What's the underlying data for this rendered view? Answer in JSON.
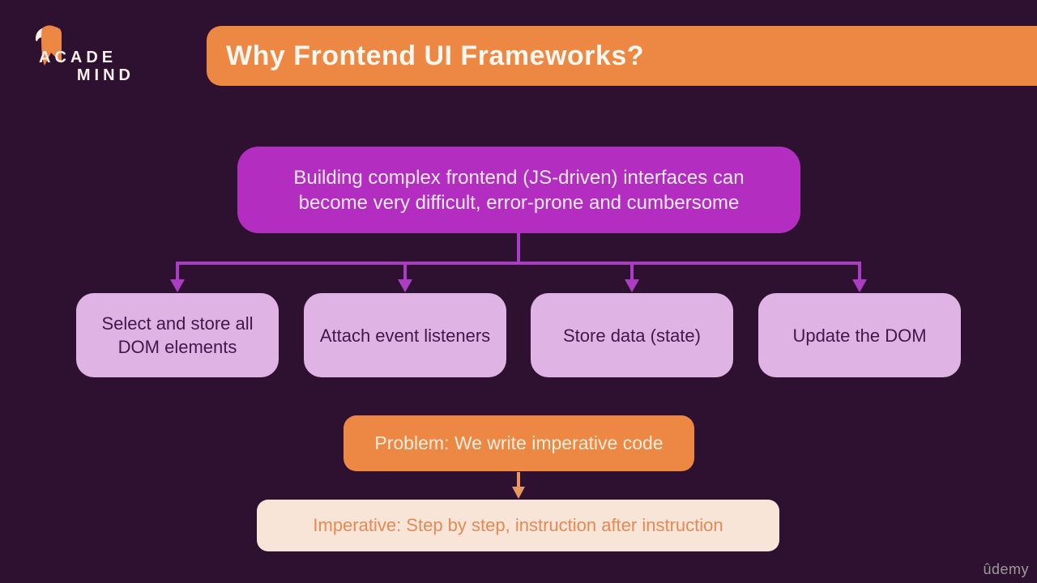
{
  "logo": {
    "line1": "ACADE",
    "line2": "MIND"
  },
  "header": {
    "title": "Why Frontend UI Frameworks?"
  },
  "diagram": {
    "root_box": {
      "text": "Building complex frontend (JS-driven) interfaces can become very difficult, error-prone and cumbersome"
    },
    "child_boxes": [
      {
        "label": "Select and store all DOM elements"
      },
      {
        "label": "Attach event listeners"
      },
      {
        "label": "Store data (state)"
      },
      {
        "label": "Update the DOM"
      }
    ],
    "problem_box": {
      "text": "Problem: We write imperative code"
    },
    "definition_box": {
      "text": "Imperative: Step by step, instruction after instruction"
    }
  },
  "watermark": {
    "brand": "ûdemy"
  },
  "colors": {
    "background": "#2e1130",
    "accent_orange": "#ec8843",
    "accent_magenta": "#b32dc1",
    "light_purple": "#dfb3e3",
    "cream": "#f9e4d8",
    "connector_magenta": "#ab3dc4",
    "connector_orange": "#e9965f"
  }
}
